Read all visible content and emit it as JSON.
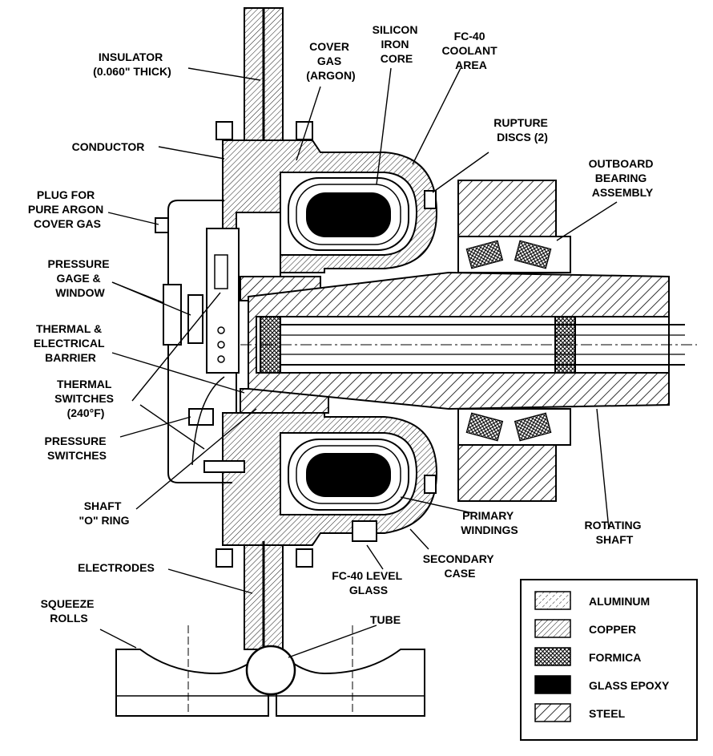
{
  "labels": {
    "insulator": [
      "INSULATOR",
      "(0.060\" THICK)"
    ],
    "cover_gas": [
      "COVER",
      "GAS",
      "(ARGON)"
    ],
    "silicon_iron_core": [
      "SILICON",
      "IRON",
      "CORE"
    ],
    "fc40_coolant_area": [
      "FC-40",
      "COOLANT",
      "AREA"
    ],
    "rupture_discs": [
      "RUPTURE",
      "DISCS (2)"
    ],
    "outboard_bearing": [
      "OUTBOARD",
      "BEARING",
      "ASSEMBLY"
    ],
    "conductor": [
      "CONDUCTOR"
    ],
    "plug": [
      "PLUG FOR",
      "PURE ARGON",
      "COVER GAS"
    ],
    "pressure_gage": [
      "PRESSURE",
      "GAGE &",
      "WINDOW"
    ],
    "thermal_barrier": [
      "THERMAL &",
      "ELECTRICAL",
      "BARRIER"
    ],
    "thermal_switches": [
      "THERMAL",
      "SWITCHES",
      "(240°F)"
    ],
    "pressure_switches": [
      "PRESSURE",
      "SWITCHES"
    ],
    "shaft_o_ring": [
      "SHAFT",
      "\"O\" RING"
    ],
    "primary_windings": [
      "PRIMARY",
      "WINDINGS"
    ],
    "rotating_shaft": [
      "ROTATING",
      "SHAFT"
    ],
    "secondary_case": [
      "SECONDARY",
      "CASE"
    ],
    "fc40_level_glass": [
      "FC-40 LEVEL",
      "GLASS"
    ],
    "electrodes": [
      "ELECTRODES"
    ],
    "squeeze_rolls": [
      "SQUEEZE",
      "ROLLS"
    ],
    "tube": [
      "TUBE"
    ]
  },
  "legend": [
    {
      "name": "ALUMINUM",
      "pattern": "aluminum"
    },
    {
      "name": "COPPER",
      "pattern": "copper"
    },
    {
      "name": "FORMICA",
      "pattern": "formica"
    },
    {
      "name": "GLASS EPOXY",
      "pattern": "epoxy"
    },
    {
      "name": "STEEL",
      "pattern": "steel"
    }
  ],
  "colors": {
    "ink": "#000000",
    "paper": "#ffffff"
  }
}
